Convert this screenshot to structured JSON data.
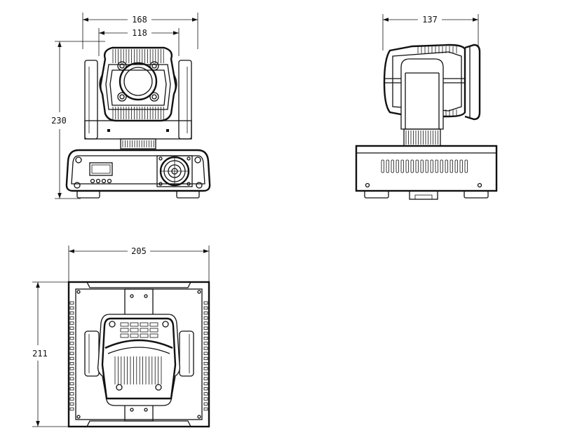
{
  "dimensions": {
    "front_width": "168",
    "front_inner_width": "118",
    "front_height": "230",
    "side_width": "137",
    "top_width": "205",
    "top_depth": "211"
  },
  "colors": {
    "line": "#111111",
    "background": "#ffffff"
  }
}
